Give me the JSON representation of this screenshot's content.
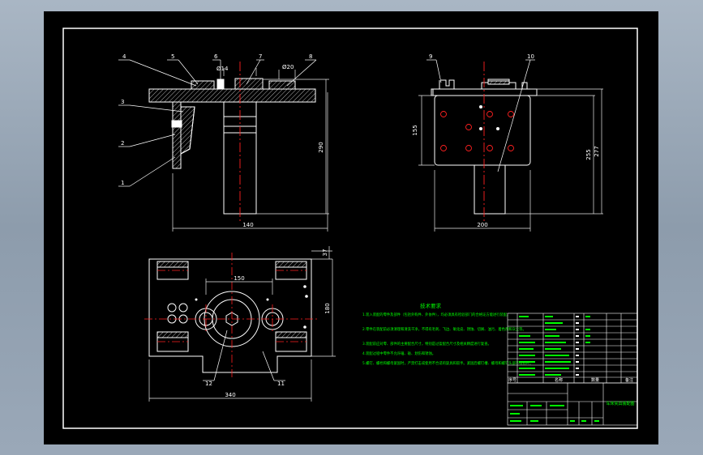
{
  "part_numbers": {
    "p1": "1",
    "p2": "2",
    "p3": "3",
    "p4": "4",
    "p5": "5",
    "p6": "6",
    "p7": "7",
    "p8": "8",
    "p9": "9",
    "p10": "10",
    "p11": "11",
    "p12": "12"
  },
  "dimensions": {
    "front_width": "140",
    "front_height": "290",
    "shaft_dia": "Ø14",
    "hole_dia": "Ø20",
    "side_width": "200",
    "side_height_left": "155",
    "side_height_inner": "255",
    "side_height_outer": "277",
    "top_hole_span": "150",
    "top_height_small": "37",
    "top_height": "180",
    "top_width": "340"
  },
  "tech_requirements": {
    "title": "技术要求",
    "lines": [
      "1.装入装配的零件及部件（包括外购件、外协件），均必须具有检验部门的合格证方能进行装配。",
      "2.零件在装配前必须清理和清洗干净，不得有毛刺、飞边、氧化皮、锈蚀、切屑、油污、着色剂和灰尘等。",
      "3.装配前应对零、部件的主要配合尺寸，特别是过盈配合尺寸及相关精度进行复查。",
      "4.装配过程中零件不允许磕、碰、划伤和锈蚀。",
      "5.螺钉、螺栓和螺母紧固时，严禁打击或使用不合适的旋具和扳手。紧固后螺钉槽、螺母和螺钉头部不得损坏。"
    ]
  },
  "title_block": {
    "header": [
      "序号",
      "名称",
      "数量",
      "备注"
    ],
    "drawing_name": "车床夹具装配图"
  },
  "colors": {
    "background": "#000000",
    "outline": "#ffffff",
    "leader": "#ffffff",
    "dimension": "#e8e8e8",
    "centerline": "#ff2020",
    "text_green": "#00ff00",
    "fill_light": "#e6e6e6"
  }
}
